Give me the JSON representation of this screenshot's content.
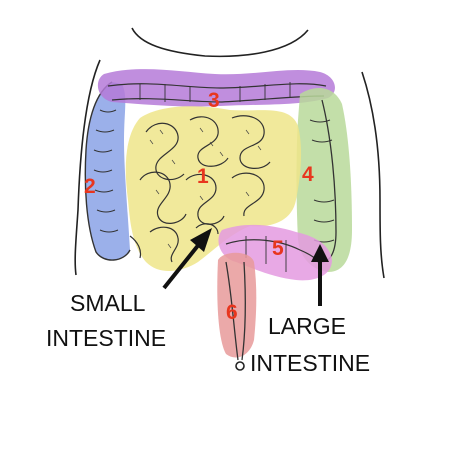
{
  "regions": [
    {
      "number": "1",
      "color": "#efe58a"
    },
    {
      "number": "2",
      "color": "#8aa2e6"
    },
    {
      "number": "3",
      "color": "#b57ad8"
    },
    {
      "number": "4",
      "color": "#b8d99a"
    },
    {
      "number": "5",
      "color": "#e49ae0"
    },
    {
      "number": "6",
      "color": "#e79a9a"
    }
  ],
  "number_color": "#e8361e",
  "labels": {
    "small_line1": "SMALL",
    "small_line2": "INTESTINE",
    "large_line1": "LARGE",
    "large_line2": "INTESTINE"
  }
}
